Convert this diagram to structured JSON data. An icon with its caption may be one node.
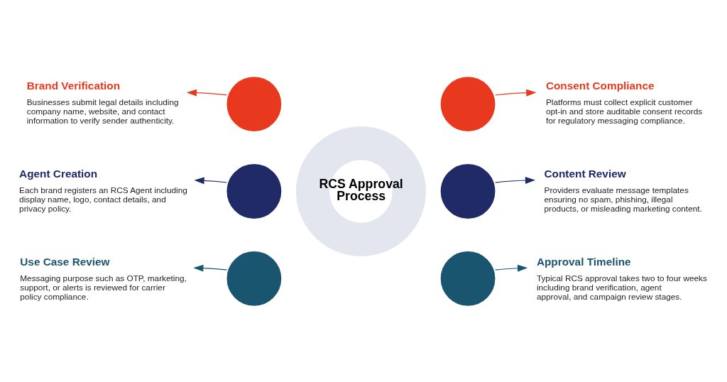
{
  "diagram": {
    "nodes": [
      {
        "text": [
          "RCS Approval Process"
        ]
      },
      {
        "text": [
          "Brand Verification",
          "Businesses submit legal details including company name, website, and contact information to verify sender authenticity."
        ]
      },
      {
        "text": [],
        "shape": "circle"
      },
      {
        "text": [],
        "shape": "circle"
      },
      {
        "text": [
          "Consent Compliance",
          "Platforms must collect explicit customer opt-in and store auditable consent records for regulatory messaging compliance."
        ]
      },
      {
        "text": [
          "Agent Creation",
          "Each brand registers an RCS Agent including display name, logo, contact details, and privacy policy."
        ]
      },
      {
        "text": [],
        "shape": "circle"
      },
      {
        "text": [],
        "shape": "circle"
      },
      {
        "text": [
          "Content Review",
          "Providers evaluate message templates ensuring no spam, phishing, illegal products, or misleading marketing content."
        ]
      },
      {
        "text": [
          "Use Case Review",
          "Messaging purpose such as OTP, marketing, support, or alerts is reviewed for carrier policy compliance."
        ]
      },
      {
        "text": [],
        "shape": "circle"
      },
      {
        "text": [],
        "shape": "circle"
      },
      {
        "text": [
          "Approval Timeline",
          "Typical RCS approval takes two to four weeks including brand verification, agent approval, and campaign review stages."
        ]
      }
    ],
    "edges": [
      {
        "from": 2,
        "to": 1,
        "arrow": "to",
        "color": "#e8391f"
      },
      {
        "from": 3,
        "to": 4,
        "arrow": "to",
        "color": "#e8391f"
      },
      {
        "from": 6,
        "to": 5,
        "arrow": "to",
        "color": "#1f2a66"
      },
      {
        "from": 7,
        "to": 8,
        "arrow": "to",
        "color": "#1f2a66"
      },
      {
        "from": 10,
        "to": 9,
        "arrow": "to",
        "color": "#1a5570"
      },
      {
        "from": 11,
        "to": 12,
        "arrow": "to",
        "color": "#1a5570"
      }
    ]
  }
}
